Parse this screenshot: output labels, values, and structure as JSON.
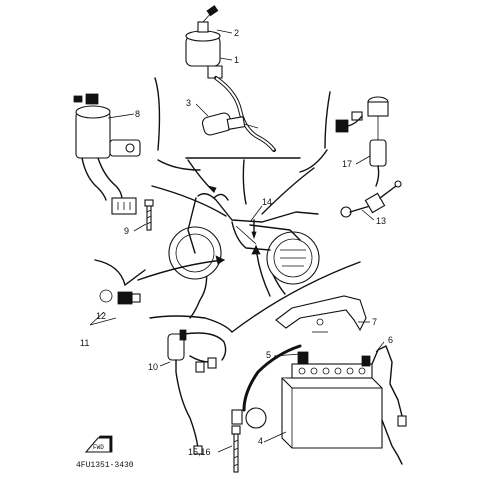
{
  "callouts": {
    "c1": "1",
    "c2": "2",
    "c3": "3",
    "c4": "4",
    "c5": "5",
    "c6": "6",
    "c7": "7",
    "c8": "8",
    "c9": "9",
    "c10": "10",
    "c11": "11",
    "c12": "12",
    "c13": "13",
    "c14": "14",
    "c15_16": "15,16",
    "c17": "17"
  },
  "fwd_badge": "FWD",
  "reference_code": "4FU1351-3430"
}
